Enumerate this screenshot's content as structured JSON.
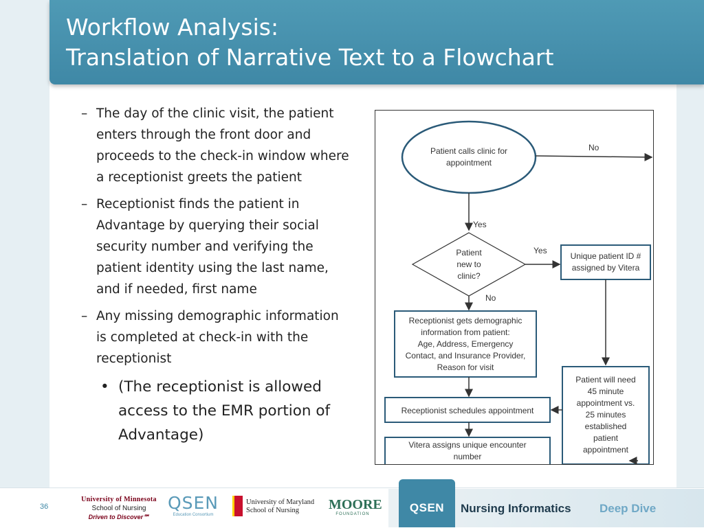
{
  "slide": {
    "title_line1": "Workflow Analysis:",
    "title_line2": "Translation of Narrative Text to a Flowchart",
    "page_number": "36"
  },
  "bullets": [
    {
      "mark": "–",
      "text": "The day of the clinic visit, the patient enters through the front door and proceeds to the check-in window where a receptionist greets the patient"
    },
    {
      "mark": "–",
      "text": "Receptionist finds the patient in Advantage by querying their social security number and verifying the patient identity using the last name, and if needed, first name"
    },
    {
      "mark": "–",
      "text": "Any missing demographic information is completed at check-in with the receptionist"
    }
  ],
  "sub_bullet": {
    "mark": "•",
    "text": "(The receptionist is allowed access to the EMR portion of Advantage)"
  },
  "flowchart": {
    "start": [
      "Patient calls clinic for",
      "appointment"
    ],
    "no_top": "No",
    "yes_1": "Yes",
    "decision": [
      "Patient",
      "new to",
      "clinic?"
    ],
    "yes_2": "Yes",
    "unique_id": [
      "Unique patient ID #",
      "assigned by Vitera"
    ],
    "no_2": "No",
    "demographics": [
      "Receptionist gets demographic",
      "information from patient:",
      "Age, Address, Emergency",
      "Contact, and Insurance Provider,",
      "Reason for visit"
    ],
    "schedules": "Receptionist schedules appointment",
    "encounter": [
      "Vitera assigns unique encounter",
      "number"
    ],
    "need_time": [
      "Patient will need",
      "45 minute",
      "appointment vs.",
      "25 minutes",
      "established",
      "patient",
      "appointment"
    ]
  },
  "footer": {
    "umn_line1": "University of Minnesota",
    "umn_line2": "School of Nursing",
    "umn_line3": "Driven to Discover℠",
    "qsen_logo": "QSEN",
    "qsen_small": "Education Consortium",
    "umd_line1": "University of Maryland",
    "umd_line2": "School of Nursing",
    "moore_big": "MOORE",
    "moore_small": "FOUNDATION",
    "qsen_tab": "QSEN",
    "nursing_informatics": "Nursing Informatics",
    "deep_dive": "Deep Dive"
  }
}
